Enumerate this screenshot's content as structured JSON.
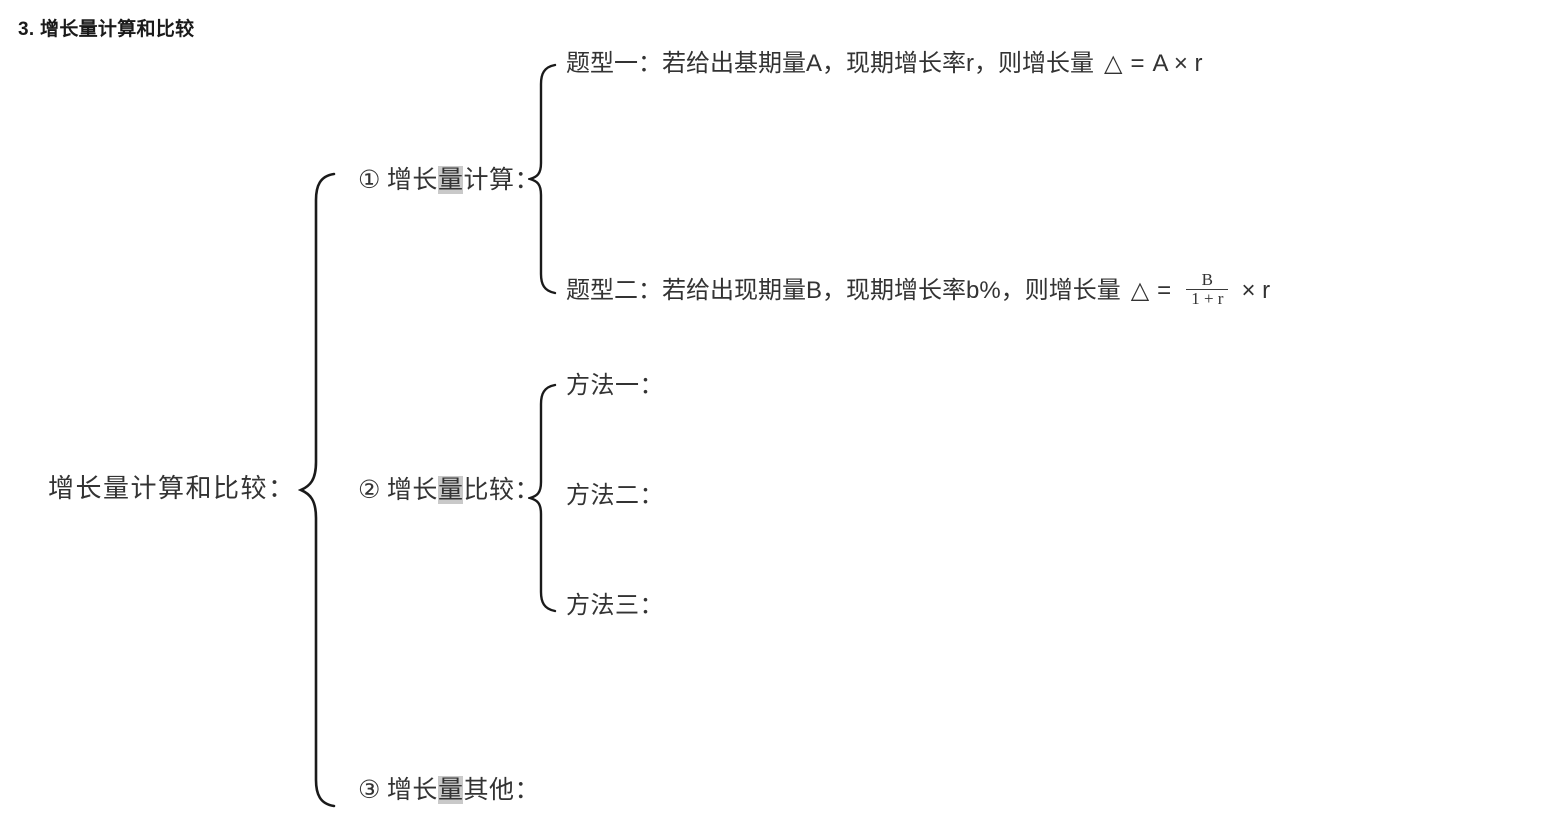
{
  "page": {
    "title": "3. 增长量计算和比较",
    "background_color": "#ffffff",
    "text_color": "#333333",
    "highlight_color": "#c9c9c9"
  },
  "diagram": {
    "type": "brace-tree",
    "root": {
      "label": "增长量计算和比较：",
      "label_pre": "增长量计算和比较",
      "label_colon": "："
    },
    "branches": [
      {
        "id": "branch-1",
        "marker": "①",
        "label": "增长量计算：",
        "label_a": "增长",
        "label_hl": "量",
        "label_b": "计算：",
        "has_brace": true,
        "children": [
          {
            "id": "leaf-type-1",
            "prefix": "题型一：",
            "body": "若给出基期量A，现期增长率r，则增长量",
            "formula_plain": "△ = A × r",
            "formula": {
              "lhs": "△",
              "eq": "=",
              "rhs": "A × r"
            }
          },
          {
            "id": "leaf-type-2",
            "prefix": "题型二：",
            "body": "若给出现期量B，现期增长率b%，则增长量",
            "formula_plain": "△ = B/(1+r) × r",
            "formula": {
              "lhs": "△",
              "eq": "=",
              "frac_num": "B",
              "frac_den": "1 + r",
              "tail": "× r"
            }
          }
        ]
      },
      {
        "id": "branch-2",
        "marker": "②",
        "label": "增长量比较：",
        "label_a": "增长",
        "label_hl": "量",
        "label_b": "比较：",
        "has_brace": true,
        "children": [
          {
            "id": "leaf-method-1",
            "prefix": "方法一：",
            "body": "",
            "formula_plain": ""
          },
          {
            "id": "leaf-method-2",
            "prefix": "方法二：",
            "body": "",
            "formula_plain": ""
          },
          {
            "id": "leaf-method-3",
            "prefix": "方法三：",
            "body": "",
            "formula_plain": ""
          }
        ]
      },
      {
        "id": "branch-3",
        "marker": "③",
        "label": "增长量其他：",
        "label_a": "增长",
        "label_hl": "量",
        "label_b": "其他：",
        "has_brace": false,
        "children": []
      }
    ]
  }
}
